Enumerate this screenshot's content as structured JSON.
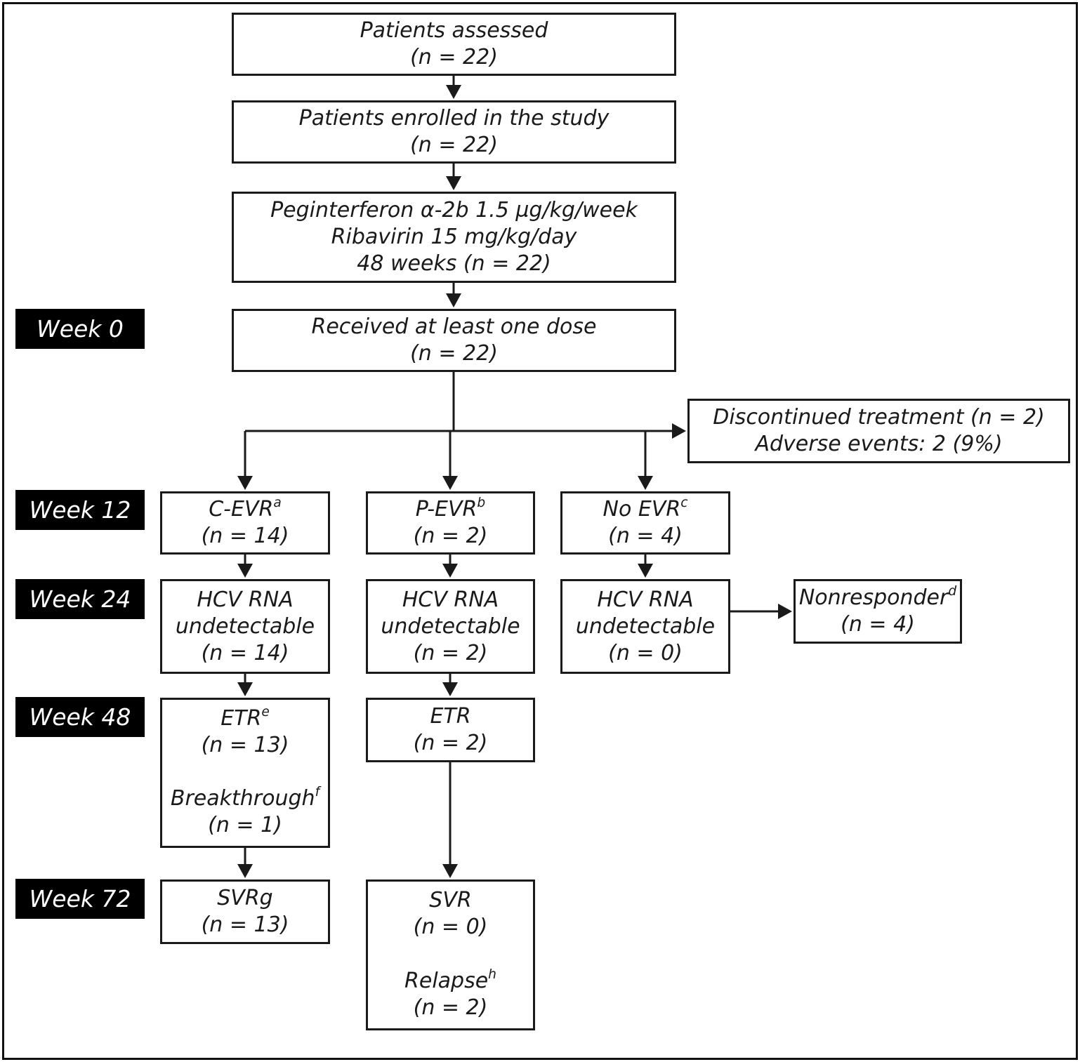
{
  "diagram": {
    "type": "patient-flow-chart",
    "ink_color": "#1a1a1a",
    "label_bg_color": "#000000",
    "label_text_color": "#ffffff"
  },
  "timeline": {
    "week0": "Week 0",
    "week12": "Week 12",
    "week24": "Week 24",
    "week48": "Week 48",
    "week72": "Week 72"
  },
  "flow": {
    "assessed": {
      "line1": "Patients assessed",
      "line2": "(n = 22)"
    },
    "enrolled": {
      "line1": "Patients enrolled in the study",
      "line2": "(n = 22)"
    },
    "regimen": {
      "line1": "Peginterferon α-2b 1.5 µg/kg/week",
      "line2": "Ribavirin 15 mg/kg/day",
      "line3": "48 weeks (n = 22)"
    },
    "received": {
      "line1": "Received at least one dose",
      "line2": "(n = 22)"
    },
    "discontinued": {
      "line1": "Discontinued treatment (n = 2)",
      "line2": "Adverse events: 2 (9%)"
    },
    "cevr": {
      "line1": "C-EVR",
      "sup": "a",
      "line2": "(n = 14)"
    },
    "pevr": {
      "line1": "P-EVR",
      "sup": "b",
      "line2": "(n = 2)"
    },
    "noevr": {
      "line1": "No EVR",
      "sup": "c",
      "line2": "(n = 4)"
    },
    "hcv1": {
      "line1": "HCV RNA",
      "line2": "undetectable",
      "line3": "(n = 14)"
    },
    "hcv2": {
      "line1": "HCV RNA",
      "line2": "undetectable",
      "line3": "(n = 2)"
    },
    "hcv3": {
      "line1": "HCV RNA",
      "line2": "undetectable",
      "line3": "(n = 0)"
    },
    "nonresponder": {
      "line1": "Nonresponder",
      "sup": "d",
      "line2": "(n = 4)"
    },
    "etr1": {
      "line1": "ETR",
      "sup1": "e",
      "line2": "(n = 13)",
      "line3": "Breakthrough",
      "sup3": "f",
      "line4": "(n = 1)"
    },
    "etr2": {
      "line1": "ETR",
      "line2": "(n = 2)"
    },
    "svrg": {
      "line1": "SVRg",
      "line2": "(n = 13)"
    },
    "svr": {
      "line1": "SVR",
      "line2": "(n = 0)",
      "line3": "Relapse",
      "sup3": "h",
      "line4": "(n = 2)"
    }
  }
}
